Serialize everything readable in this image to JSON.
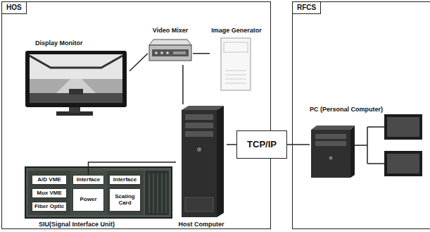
{
  "diagram": {
    "nodes": [
      {
        "text": [
          "HOS"
        ]
      },
      {
        "text": [
          "Video Mixer"
        ],
        "in": 0
      },
      {
        "text": [
          "Image Generator"
        ],
        "in": 0
      },
      {
        "text": [
          "Display Monitor"
        ],
        "in": 0
      },
      {
        "text": [
          "SIU(Signal Interface Unit)"
        ],
        "in": 0
      },
      {
        "text": [
          "A/D VME"
        ],
        "in": 4
      },
      {
        "text": [
          "Interface"
        ],
        "in": 4
      },
      {
        "text": [
          "Interface"
        ],
        "in": 4
      },
      {
        "text": [
          "Mux VME"
        ],
        "in": 4
      },
      {
        "text": [
          "Power"
        ],
        "in": 4
      },
      {
        "text": [
          "Scaling Card"
        ],
        "in": 4
      },
      {
        "text": [
          "Fiber Optic"
        ],
        "in": 4
      },
      {
        "text": [
          "Host Computer"
        ],
        "in": 0
      },
      {
        "text": [
          "TCP/IP"
        ]
      },
      {
        "text": [
          "RFCS"
        ]
      },
      {
        "text": [
          "PC (Personal Computer)"
        ],
        "in": 14
      }
    ],
    "edges": [
      {
        "from": 1,
        "to": 3,
        "arrow": "none"
      },
      {
        "from": 1,
        "to": 2,
        "arrow": "none"
      },
      {
        "from": 1,
        "to": 12,
        "arrow": "none"
      },
      {
        "from": 6,
        "to": 12,
        "arrow": "none"
      },
      {
        "from": 12,
        "to": 13,
        "arrow": "none"
      },
      {
        "from": 13,
        "to": 15,
        "arrow": "none"
      }
    ]
  }
}
